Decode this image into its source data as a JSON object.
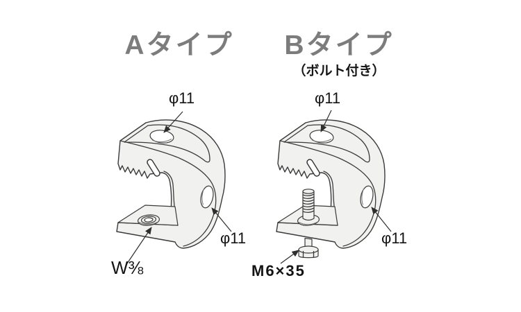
{
  "figure": {
    "background": "#ffffff",
    "line_color": "#3a3a3a",
    "body_fill": "#f1f1ef",
    "title_color": "#7c7c7c",
    "label_color": "#141414"
  },
  "type_a": {
    "title": "Aタイプ",
    "top_hole_label": "φ11",
    "side_hole_label": "φ11",
    "bottom_hole_label": "W⅜"
  },
  "type_b": {
    "title": "Bタイプ",
    "subtitle": "（ボルト付き）",
    "top_hole_label": "φ11",
    "side_hole_label": "φ11",
    "bolt_label": "M6×35"
  }
}
